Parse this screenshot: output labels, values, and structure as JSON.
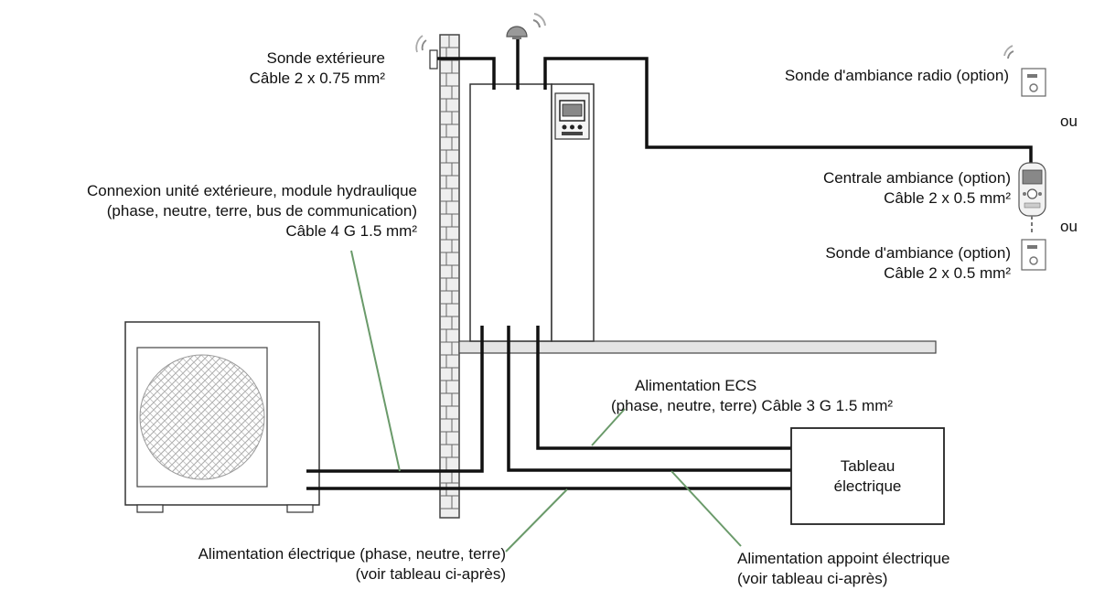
{
  "labels": {
    "sonde_exterieure": {
      "line1": "Sonde extérieure",
      "line2": "Câble 2 x 0.75 mm²"
    },
    "connexion_ue": {
      "line1": "Connexion unité extérieure, module hydraulique",
      "line2": "(phase, neutre, terre, bus de communication)",
      "line3": "Câble 4 G 1.5 mm²"
    },
    "sonde_radio": {
      "line1": "Sonde d'ambiance radio (option)"
    },
    "ou_1": "ou",
    "centrale": {
      "line1": "Centrale ambiance (option)",
      "line2": "Câble 2 x 0.5 mm²"
    },
    "ou_2": "ou",
    "sonde_ambiance": {
      "line1": "Sonde d'ambiance (option)",
      "line2": "Câble 2 x 0.5 mm²"
    },
    "alimentation_ecs": {
      "line1": "Alimentation ECS",
      "line2": "(phase, neutre, terre) Câble 3 G 1.5 mm²"
    },
    "tableau": {
      "line1": "Tableau",
      "line2": "électrique"
    },
    "alimentation_electrique": {
      "line1": "Alimentation électrique (phase, neutre, terre)",
      "line2": "(voir tableau ci-après)"
    },
    "alimentation_appoint": {
      "line1": "Alimentation appoint électrique",
      "line2": "(voir tableau ci-après)"
    }
  },
  "colors": {
    "cable": "#111111",
    "leader": "#6a9a6a",
    "outline": "#333333",
    "brick_fill": "#eeeeee",
    "floor_fill": "#e4e4e4"
  }
}
